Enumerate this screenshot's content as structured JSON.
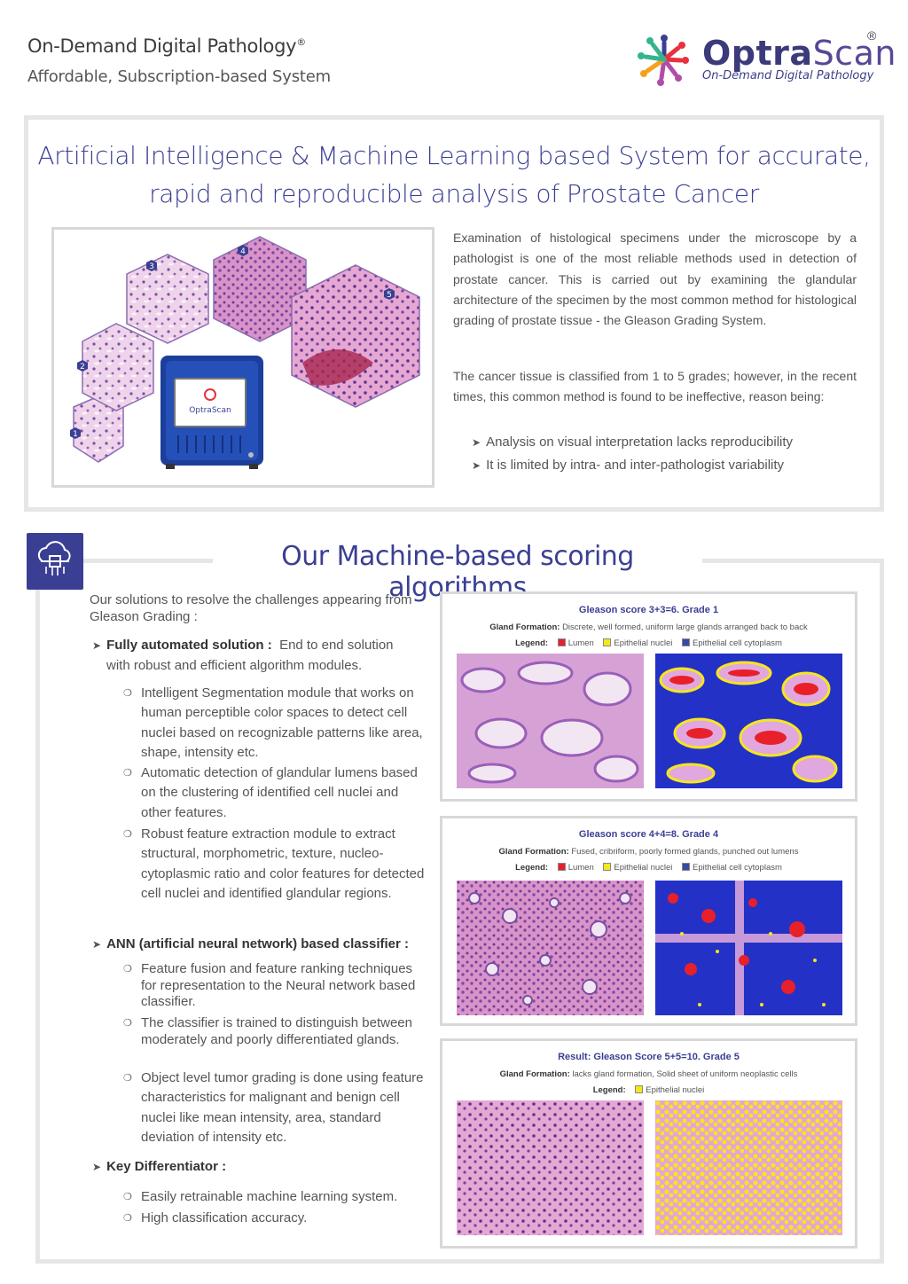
{
  "header": {
    "title": "On-Demand Digital Pathology",
    "title_mark": "®",
    "subtitle": "Affordable, Subscription-based System",
    "logo": {
      "name_bold": "Optra",
      "name_light": "Scan",
      "reg_mark": "®",
      "tagline": "On-Demand Digital Pathology"
    }
  },
  "section1": {
    "title_line1": "Artificial Intelligence & Machine Learning based System for accurate,",
    "title_line2": "rapid and reproducible analysis of Prostate Cancer",
    "hex_labels": [
      "1",
      "2",
      "3",
      "4",
      "5"
    ],
    "device_brand": "OptraScan",
    "paragraph1": "Examination of histological specimens under the microscope by a pathologist is one of the most reliable methods used in detection of prostate cancer. This is carried out by examining the glandular architecture of the specimen by the most common method for histological grading of prostate tissue - the Gleason Grading System.",
    "paragraph2": "The cancer tissue is classified from 1 to 5 grades; however, in the recent times, this common method is found to be ineffective, reason being:",
    "bullets": [
      "Analysis on visual interpretation lacks reproducibility",
      "It is limited by intra- and inter-pathologist variability"
    ]
  },
  "section2": {
    "title": "Our Machine-based scoring algorithms",
    "intro": "Our solutions to resolve the challenges appearing from Gleason Grading :",
    "item1_label": "Fully automated solution :",
    "item1_text": "End to end solution",
    "item1_cont": "with robust and efficient algorithm modules.",
    "item1_sub": [
      "Intelligent Segmentation module that works on human perceptible color spaces to detect cell nuclei based on recognizable patterns like area, shape, intensity etc.",
      "Automatic detection of glandular lumens based on the clustering of identified cell nuclei and other features.",
      "Robust feature extraction module to extract structural, morphometric, texture, nucleo-cytoplasmic ratio and color features for detected cell nuclei and identified glandular regions."
    ],
    "item2_label": "ANN (artificial neural network) based classifier :",
    "item2_sub": [
      "Feature fusion and feature ranking techniques for representation to the Neural network based classifier.",
      "The classifier is trained to distinguish between moderately and poorly differentiated glands.",
      "Object level tumor grading is done using feature characteristics for malignant and benign cell nuclei like mean intensity, area, standard deviation of intensity etc."
    ],
    "item3_label": "Key Differentiator :",
    "item3_sub": [
      "Easily retrainable machine learning system.",
      "High classification accuracy."
    ]
  },
  "panels": [
    {
      "title": "Gleason score 3+3=6. Grade 1",
      "gland_label": "Gland Formation:",
      "gland_text": "Discrete, well formed, uniform large glands arranged back to back",
      "legend_label": "Legend:",
      "legend": [
        {
          "name": "Lumen",
          "color": "#e8202a"
        },
        {
          "name": "Epithelial nuclei",
          "color": "#f5e61e"
        },
        {
          "name": "Epithelial cell cytoplasm",
          "color": "#3a47a8"
        }
      ]
    },
    {
      "title": "Gleason score  4+4=8. Grade 4",
      "gland_label": "Gland Formation:",
      "gland_text": "Fused, cribriform, poorly formed glands, punched out lumens",
      "legend_label": "Legend:",
      "legend": [
        {
          "name": "Lumen",
          "color": "#e8202a"
        },
        {
          "name": "Epithelial nuclei",
          "color": "#f5e61e"
        },
        {
          "name": "Epithelial cell cytoplasm",
          "color": "#3a47a8"
        }
      ]
    },
    {
      "title": "Result: Gleason Score 5+5=10. Grade 5",
      "gland_label": "Gland Formation:",
      "gland_text": "lacks gland formation,  Solid sheet of uniform neoplastic cells",
      "legend_label": "Legend:",
      "legend": [
        {
          "name": "Epithelial nuclei",
          "color": "#f5e61e"
        }
      ]
    }
  ],
  "colors": {
    "brand_blue": "#3b3f93",
    "frame_gray": "#e6e6e6",
    "tissue_pink": "#d9a3d2",
    "tissue_purple": "#8b5fb0"
  }
}
